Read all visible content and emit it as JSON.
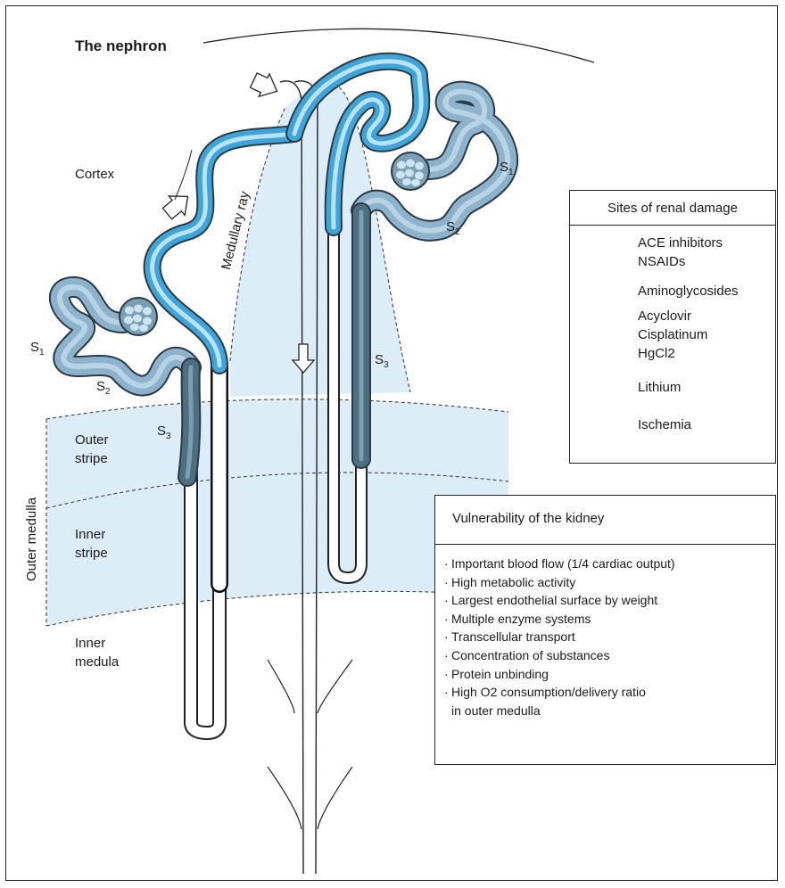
{
  "diagram": {
    "title": "The nephron",
    "regions": {
      "cortex": "Cortex",
      "medullary_ray": "Medullary ray",
      "outer_stripe": [
        "Outer",
        "stripe"
      ],
      "inner_stripe": [
        "Inner",
        "stripe"
      ],
      "outer_medulla": "Outer medulla",
      "inner_medulla": [
        "Inner",
        "medula"
      ]
    },
    "segments": {
      "s": "S",
      "sub1": "1",
      "sub2": "2",
      "sub3": "3"
    }
  },
  "legend": {
    "title": "Sites of renal damage",
    "items": [
      {
        "icon": "glomerulus-icon",
        "lines": [
          "ACE inhibitors",
          "NSAIDs"
        ]
      },
      {
        "icon": "proximal-tubule-icon",
        "lines": [
          "Aminoglycosides"
        ]
      },
      {
        "icon": "s3-tubule-icon",
        "lines": [
          "Acyclovir",
          "Cisplatinum",
          "HgCl2"
        ]
      },
      {
        "icon": "distal-tubule-icon",
        "lines": [
          "Lithium"
        ]
      },
      {
        "icon": "ischemia-icon",
        "lines": [
          "Ischemia"
        ]
      }
    ]
  },
  "vulnerability": {
    "title": "Vulnerability of the kidney",
    "items": [
      "Important blood flow (1/4 cardiac output)",
      "High metabolic activity",
      "Largest endothelial surface by weight",
      "Multiple enzyme systems",
      "Transcellular transport",
      "Concentration of substances",
      "Protein unbinding",
      "High O2 consumption/delivery ratio"
    ],
    "continuation": "in outer medulla"
  },
  "colors": {
    "ischemia_fill": "#dcedf8",
    "proximal": "#8db3cc",
    "proximal_light": "#b8d3e4",
    "s3": "#4d6f82",
    "s3_light": "#7d9cad",
    "distal": "#3fa5d9",
    "distal_light": "#b9e3f7",
    "outline": "#2a3a46"
  }
}
